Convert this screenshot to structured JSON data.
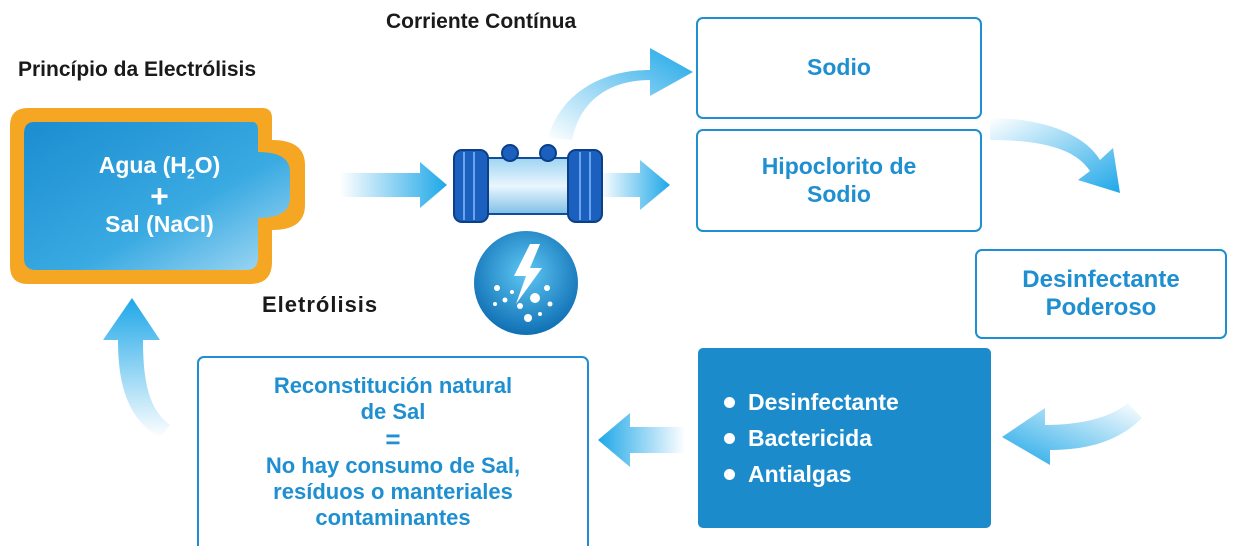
{
  "header": {
    "principle_title": "Princípio da Electrólisis",
    "current_label": "Corriente Contínua",
    "electrolysis_label": "Eletrólisis"
  },
  "source": {
    "water": "Agua (H",
    "water_sub": "2",
    "water_end": "O)",
    "plus": "+",
    "salt": "Sal (NaCl)"
  },
  "outputs": {
    "sodium": "Sodio",
    "hypochlorite_line1": "Hipoclorito de",
    "hypochlorite_line2": "Sodio"
  },
  "result": {
    "line1": "Desinfectante",
    "line2": "Poderoso"
  },
  "effects": {
    "items": [
      "Desinfectante",
      "Bactericida",
      "Antialgas"
    ]
  },
  "reconstitution": {
    "line1": "Reconstitución natural",
    "line2": "de Sal",
    "equals": "=",
    "line3": "No hay consumo de Sal,",
    "line4": "resíduos o manteriales",
    "line5": "contaminantes"
  },
  "colors": {
    "accent": "#1e8fd0",
    "dark_blue": "#1b8bcc",
    "frame_orange": "#f5a623",
    "text_dark": "#1a1a1a"
  },
  "icons": [
    "electrolysis-cell-icon",
    "lightning-bubbles-icon",
    "flow-arrow-icon"
  ]
}
